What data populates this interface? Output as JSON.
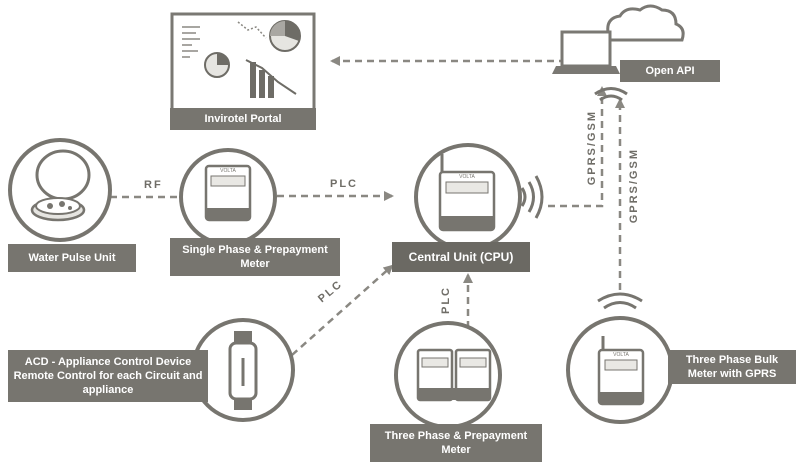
{
  "nodes": {
    "portal": {
      "label": "Invirotel Portal"
    },
    "open_api": {
      "label": "Open API"
    },
    "water_pulse": {
      "label": "Water Pulse Unit"
    },
    "single_phase": {
      "label": "Single Phase & Prepayment Meter"
    },
    "central_unit": {
      "label": "Central Unit (CPU)"
    },
    "acd": {
      "label": "ACD - Appliance Control Device Remote Control for each Circuit and appliance"
    },
    "three_phase": {
      "label": "Three Phase  & Prepayment Meter"
    },
    "bulk_meter": {
      "label": "Three Phase Bulk Meter with GPRS"
    }
  },
  "links": {
    "rf": "RF",
    "plc_single_to_cpu": "PLC",
    "plc_acd_to_cpu": "PLC",
    "plc_three_to_cpu": "PLC",
    "gprs_cpu_to_api": "GPRS/GSM",
    "gprs_bulk_to_api": "GPRS/GSM"
  },
  "device_text": {
    "meter_brand": "VOLTA"
  },
  "colors": {
    "primary": "#77756f",
    "line": "#8a8882",
    "light_fill": "#e9e8e4",
    "white": "#ffffff"
  }
}
